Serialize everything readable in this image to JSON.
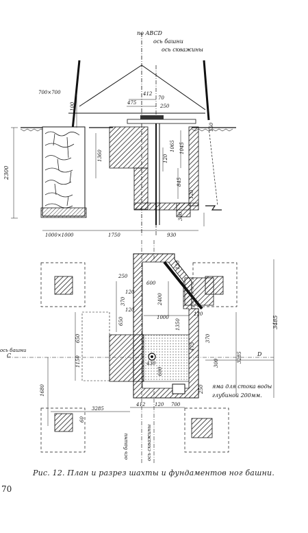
{
  "section": {
    "top_label": "по ABCD",
    "axis_tower": "ось башни",
    "axis_well": "ось скважины",
    "dims": {
      "d700x700": "700×700",
      "d412": "412",
      "d475": "475",
      "d70": "70",
      "d250": "250",
      "d100": "100",
      "d1045": "1045",
      "d1065": "1065",
      "d1360": "1360",
      "d120": "120",
      "d845": "845",
      "d150": "150",
      "d120b": "120",
      "d300": "300",
      "d2300": "2300",
      "d1000x1000": "1000×1000",
      "d1750": "1750",
      "d930": "930"
    }
  },
  "plan": {
    "dims": {
      "d120": "120",
      "d250": "250",
      "d600": "600",
      "d120b": "120",
      "d370": "370",
      "d2400": "2400",
      "d120c": "120",
      "d650": "650",
      "d1000": "1000",
      "d1350": "1350",
      "d120d": "120",
      "d3285v": "3285",
      "d3485": "3485",
      "d370b": "370",
      "d650b": "650",
      "d1150": "1150",
      "d475": "475",
      "d430": "430",
      "d300": "300",
      "d1680": "1680",
      "d250b": "250",
      "d3285": "3285",
      "d412": "412",
      "d120e": "120",
      "d700": "700",
      "d60": "60"
    },
    "label_C": "C",
    "label_D": "D",
    "axis_tower_left": "ось башни",
    "pit_note_1": "яма для стока воды",
    "pit_note_2": "глубиной 200мм.",
    "axis_tower_bottom": "ось башни",
    "axis_well_bottom": "ось скважины"
  },
  "caption": "Рис. 12. План и разрез шахты и фундаментов ног башни.",
  "page_number": "70"
}
